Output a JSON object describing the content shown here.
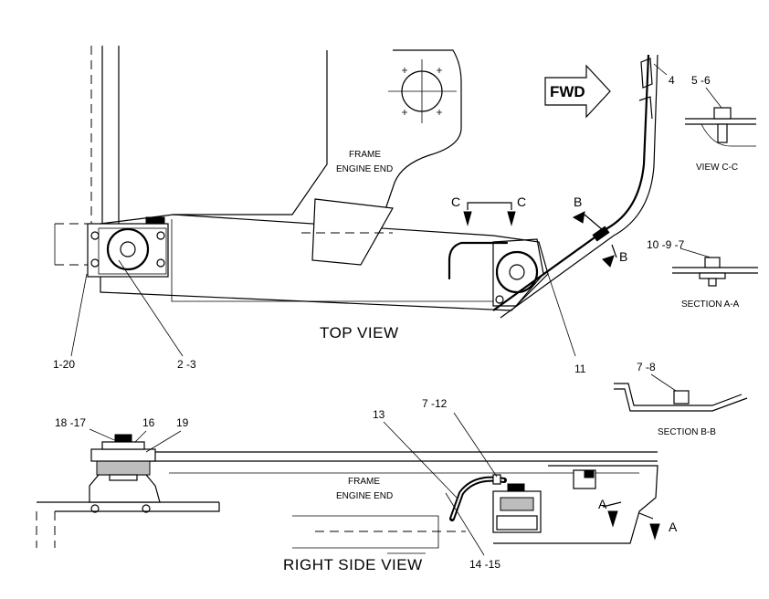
{
  "views": {
    "top": "TOP  VIEW",
    "right_side": "RIGHT  SIDE  VIEW",
    "view_cc": "VIEW  C-C",
    "section_aa": "SECTION  A-A",
    "section_bb": "SECTION  B-B"
  },
  "frame_label": {
    "line1": "FRAME",
    "line2": "ENGINE END"
  },
  "fwd": "FWD",
  "sections": {
    "c": "C",
    "b": "B",
    "a": "A"
  },
  "callouts": {
    "c_4": "4",
    "c_5_6": "5 -6",
    "c_10_9_7": "10 -9 -7",
    "c_1_20": "1-20",
    "c_2_3": "2 -3",
    "c_11": "11",
    "c_7_8": "7 -8",
    "c_18_17": "18 -17",
    "c_16": "16",
    "c_19": "19",
    "c_13": "13",
    "c_7_12": "7 -12",
    "c_14_15": "14 -15"
  }
}
